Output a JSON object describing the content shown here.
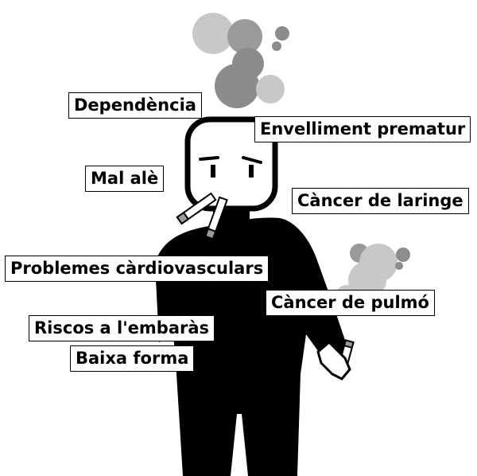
{
  "labels": {
    "dependencia": "Dependència",
    "envelliment": "Envelliment prematur",
    "mal_ale": "Mal alè",
    "cancer_laringe": "Càncer de laringe",
    "problemes_cardio": "Problemes càrdiovasculars",
    "cancer_pulmo": "Càncer de pulmó",
    "riscos_embaras": "Riscos a l'embaràs",
    "baixa_forma": "Baixa forma"
  },
  "colors": {
    "body": "#000000",
    "smoke_light": "#c8c8c8",
    "smoke_mid": "#a8a8a8",
    "smoke_dark": "#8c8c8c",
    "label_border": "#000000",
    "label_bg": "#ffffff"
  }
}
